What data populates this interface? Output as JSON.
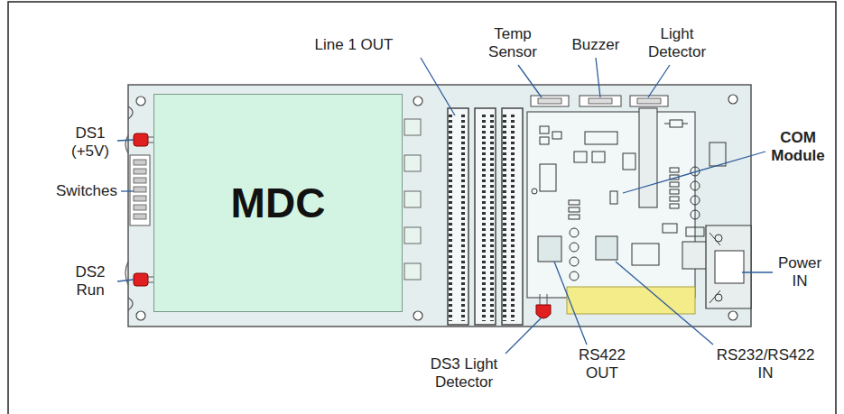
{
  "diagram": {
    "nodes": [
      {
        "text": [
          "MDC"
        ]
      }
    ],
    "labels": [
      "DS1 (+5V)",
      "Switches",
      "DS2 Run",
      "Line 1 OUT",
      "Temp Sensor",
      "Buzzer",
      "Light Detector",
      "COM Module",
      "Power IN",
      "DS3 Light Detector",
      "RS422 OUT",
      "RS232/RS422 IN"
    ]
  }
}
